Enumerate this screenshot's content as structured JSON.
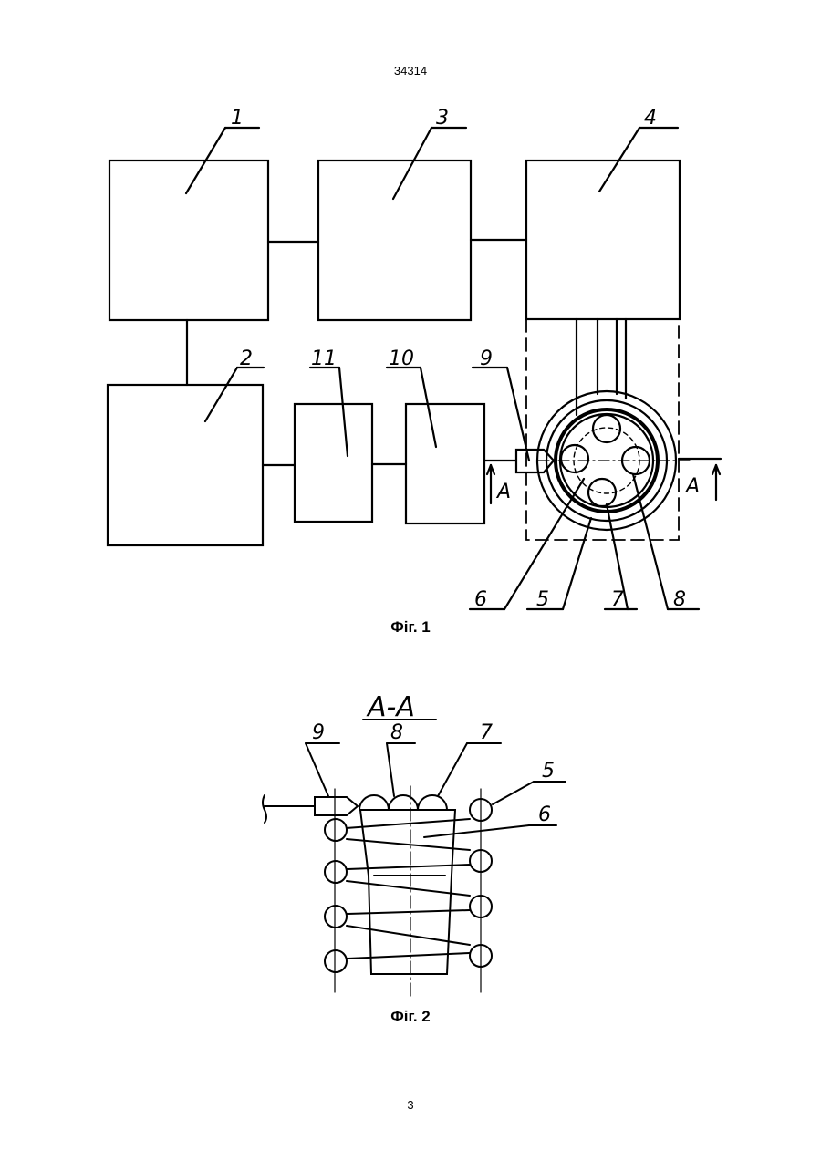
{
  "header": {
    "doc_number": "34314"
  },
  "footer": {
    "page_number": "3"
  },
  "figure1": {
    "caption": "Фіг. 1",
    "labels": {
      "l1": "1",
      "l2": "2",
      "l3": "3",
      "l4": "4",
      "l5": "5",
      "l6": "6",
      "l7": "7",
      "l8": "8",
      "l9": "9",
      "l10": "10",
      "l11": "11",
      "section_left": "A",
      "section_right": "A"
    }
  },
  "figure2": {
    "caption": "Фіг. 2",
    "section_title": "A-A",
    "labels": {
      "l5": "5",
      "l6": "6",
      "l7": "7",
      "l8": "8",
      "l9": "9"
    }
  }
}
